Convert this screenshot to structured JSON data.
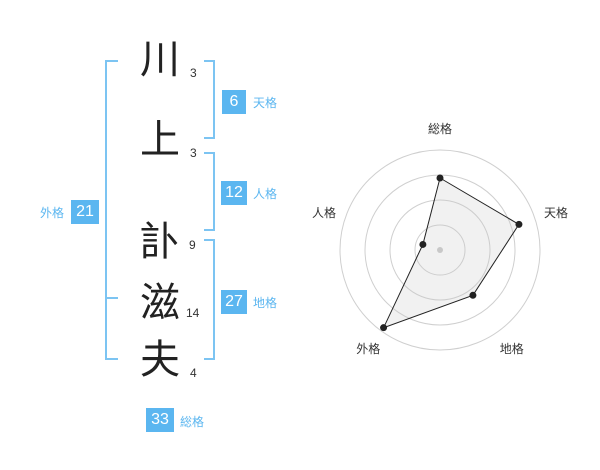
{
  "colors": {
    "accent": "#5bb6f0",
    "bracket": "#7cc4f2",
    "label": "#5bb6f0"
  },
  "name": {
    "characters": [
      {
        "char": "川",
        "strokes": "3"
      },
      {
        "char": "上",
        "strokes": "3"
      },
      {
        "char": "訃",
        "strokes": "9"
      },
      {
        "char": "滋",
        "strokes": "14"
      },
      {
        "char": "夫",
        "strokes": "4"
      }
    ]
  },
  "fortune": {
    "tenkaku": {
      "value": "6",
      "label": "天格"
    },
    "jinkaku": {
      "value": "12",
      "label": "人格"
    },
    "chikaku": {
      "value": "27",
      "label": "地格"
    },
    "gaikaku": {
      "value": "21",
      "label": "外格"
    },
    "soukaku": {
      "value": "33",
      "label": "総格"
    }
  },
  "radar": {
    "axes": [
      "総格",
      "天格",
      "地格",
      "外格",
      "人格"
    ],
    "rings": 4,
    "values": [
      0.72,
      0.83,
      0.56,
      0.96,
      0.18
    ]
  }
}
